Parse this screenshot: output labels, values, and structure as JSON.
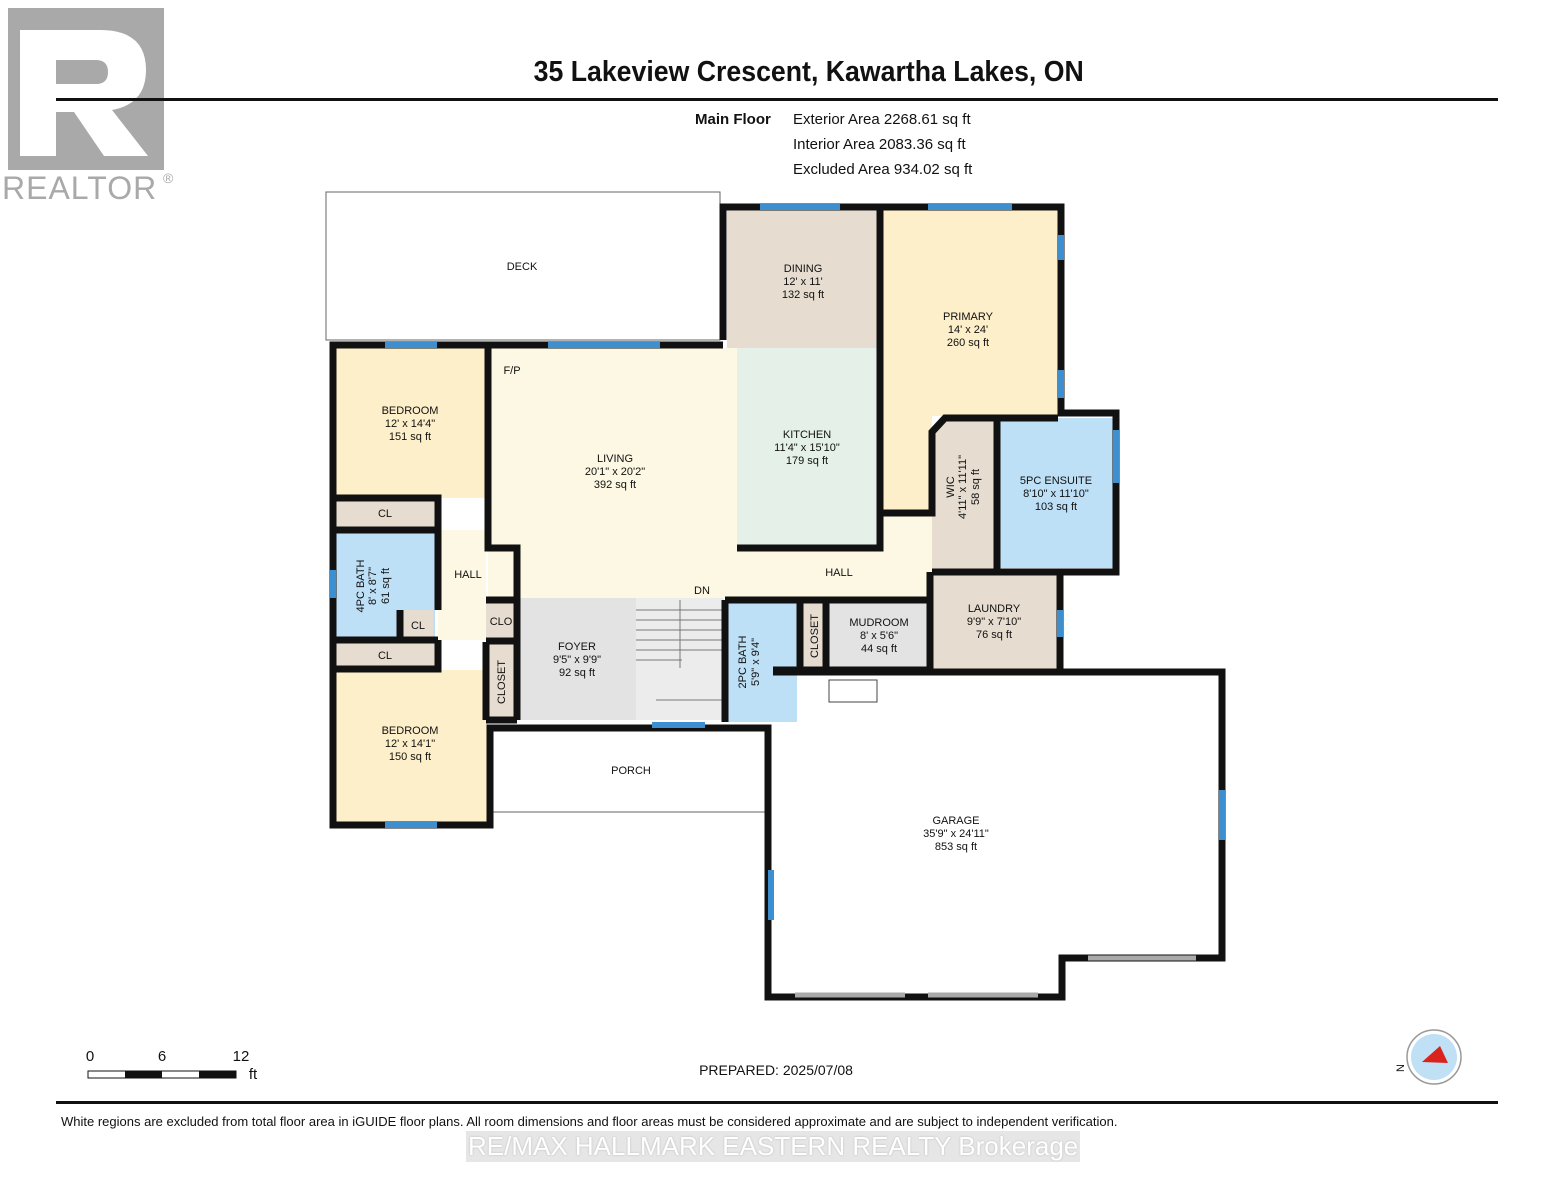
{
  "logo": {
    "text": "REALTOR",
    "mark": "R"
  },
  "title": "35 Lakeview Crescent, Kawartha Lakes, ON",
  "floor": {
    "label": "Main Floor",
    "exterior_area": "Exterior Area 2268.61 sq ft",
    "interior_area": "Interior Area 2083.36 sq ft",
    "excluded_area": "Excluded Area 934.02 sq ft"
  },
  "rooms": {
    "deck": {
      "name": "DECK"
    },
    "dining": {
      "name": "DINING",
      "dims": "12' x 11'",
      "area": "132 sq ft"
    },
    "primary": {
      "name": "PRIMARY",
      "dims": "14' x 24'",
      "area": "260 sq ft"
    },
    "bedroom1": {
      "name": "BEDROOM",
      "dims": "12' x 14'4\"",
      "area": "151 sq ft"
    },
    "living": {
      "name": "LIVING",
      "dims": "20'1\" x 20'2\"",
      "area": "392 sq ft"
    },
    "fp": {
      "name": "F/P"
    },
    "kitchen": {
      "name": "KITCHEN",
      "dims": "11'4\" x 15'10\"",
      "area": "179 sq ft"
    },
    "wic": {
      "name": "WIC",
      "dims": "4'11\" x 11'11\"",
      "area": "58 sq ft"
    },
    "ensuite": {
      "name": "5PC ENSUITE",
      "dims": "8'10\" x 11'10\"",
      "area": "103 sq ft"
    },
    "hall_main": {
      "name": "HALL"
    },
    "hall_small": {
      "name": "HALL"
    },
    "cl1": {
      "name": "CL"
    },
    "cl2": {
      "name": "CL"
    },
    "cl3": {
      "name": "CL"
    },
    "bath4": {
      "name": "4PC BATH",
      "dims": "8' x 8'7\"",
      "area": "61 sq ft"
    },
    "clo": {
      "name": "CLO"
    },
    "closet_foyer": {
      "name": "CLOSET"
    },
    "foyer": {
      "name": "FOYER",
      "dims": "9'5\" x 9'9\"",
      "area": "92 sq ft"
    },
    "dn": {
      "name": "DN"
    },
    "bath2": {
      "name": "2PC BATH",
      "dims": "5'9\" x 9'4\""
    },
    "closet_mud": {
      "name": "CLOSET"
    },
    "mudroom": {
      "name": "MUDROOM",
      "dims": "8' x 5'6\"",
      "area": "44 sq ft"
    },
    "laundry": {
      "name": "LAUNDRY",
      "dims": "9'9\" x 7'10\"",
      "area": "76 sq ft"
    },
    "bedroom2": {
      "name": "BEDROOM",
      "dims": "12' x 14'1\"",
      "area": "150 sq ft"
    },
    "porch": {
      "name": "PORCH"
    },
    "garage": {
      "name": "GARAGE",
      "dims": "35'9\" x 24'11\"",
      "area": "853 sq ft"
    }
  },
  "colors": {
    "wall": "#111111",
    "window": "#3d8fcf",
    "bedroom": "#fcefc9",
    "living": "#fdf8e3",
    "kitchen": "#e5f1e8",
    "utility": "#e6ddd0",
    "bath": "#bde0f7",
    "foyer": "#e3e3e3"
  },
  "scale": {
    "ticks": [
      "0",
      "6",
      "12"
    ],
    "unit": "ft"
  },
  "prepared": "PREPARED: 2025/07/08",
  "compass": {
    "label": "N"
  },
  "disclaimer": "White regions are excluded from total floor area in iGUIDE floor plans. All room dimensions and floor areas must be considered approximate and are subject to independent verification.",
  "brokerage": "RE/MAX HALLMARK EASTERN REALTY  Brokerage"
}
